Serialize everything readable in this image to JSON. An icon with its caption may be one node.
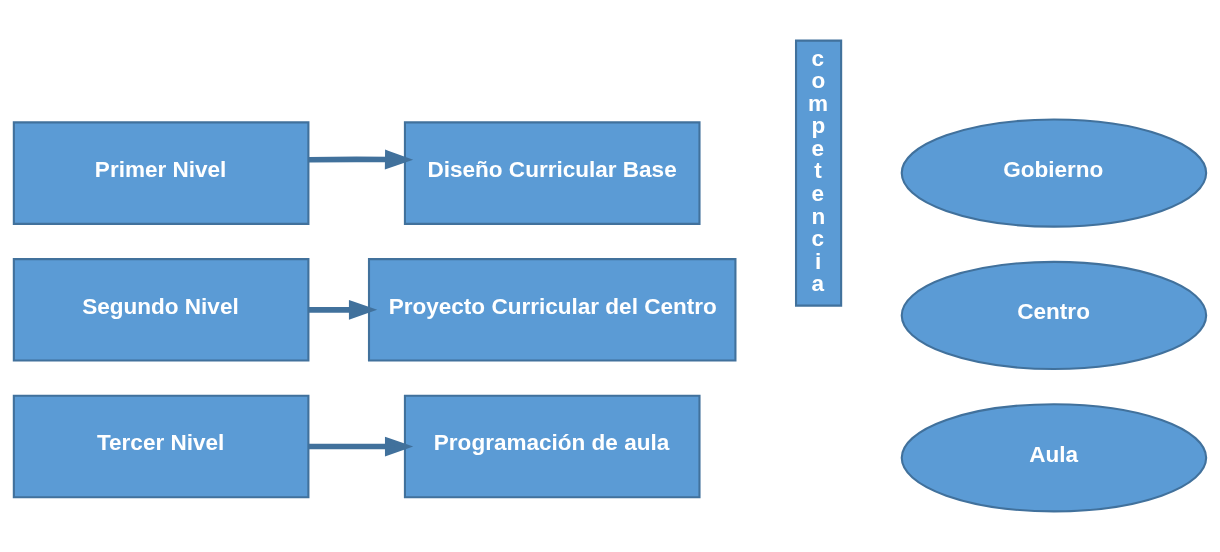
{
  "diagram": {
    "nodes": [
      {
        "text": [
          "Primer Nivel"
        ]
      },
      {
        "text": [
          "Diseño Curricular Base"
        ]
      },
      {
        "text": [
          "Segundo Nivel"
        ]
      },
      {
        "text": [
          "Proyecto Curricular del Centro"
        ]
      },
      {
        "text": [
          "Tercer Nivel"
        ]
      },
      {
        "text": [
          "Programación de aula"
        ]
      },
      {
        "text": [
          "competencia"
        ]
      },
      {
        "text": [
          "Gobierno"
        ]
      },
      {
        "text": [
          "Centro"
        ]
      },
      {
        "text": [
          "Aula"
        ]
      }
    ],
    "edges": [
      {
        "from": 0,
        "to": 1,
        "arrow": "to"
      },
      {
        "from": 2,
        "to": 3,
        "arrow": "to"
      },
      {
        "from": 4,
        "to": 5,
        "arrow": "to"
      }
    ]
  }
}
